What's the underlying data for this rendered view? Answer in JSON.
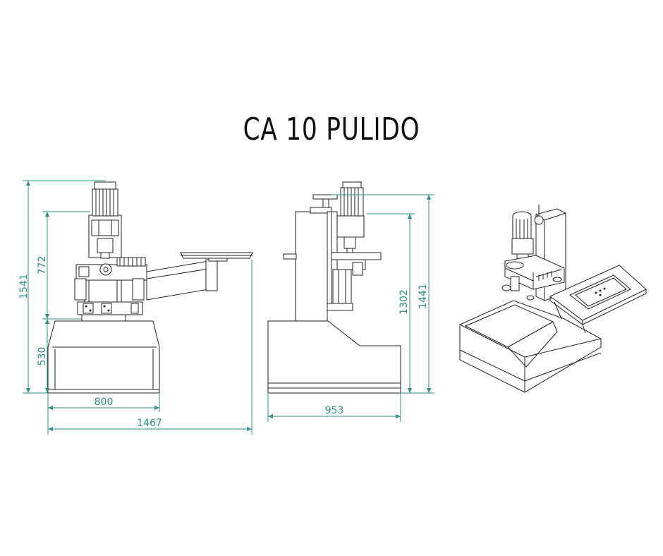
{
  "title": "CA 10 PULIDO",
  "colors": {
    "dimension": "#2f8f80",
    "outline": "#222222"
  },
  "front_view": {
    "dims": {
      "total_height": "1541",
      "upper_height": "772",
      "base_height": "530",
      "base_width": "800",
      "total_width": "1467"
    }
  },
  "side_view": {
    "dims": {
      "width": "953",
      "height_inner": "1302",
      "height_total": "1441"
    }
  }
}
